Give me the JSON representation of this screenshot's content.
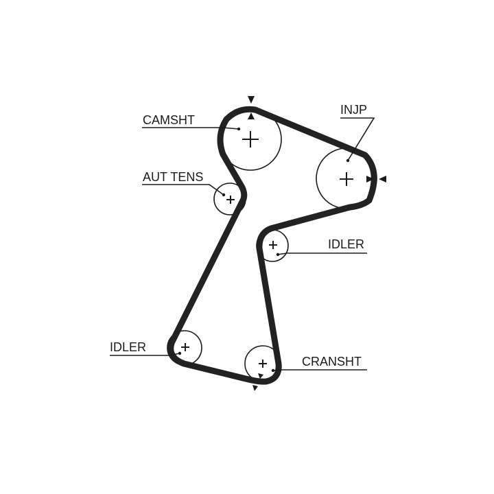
{
  "labels": {
    "camshaft": "CAMSHT",
    "injection_pump": "INJP",
    "auto_tensioner": "AUT TENS",
    "idler_right": "IDLER",
    "idler_left": "IDLER",
    "crankshaft": "CRANSHT"
  }
}
